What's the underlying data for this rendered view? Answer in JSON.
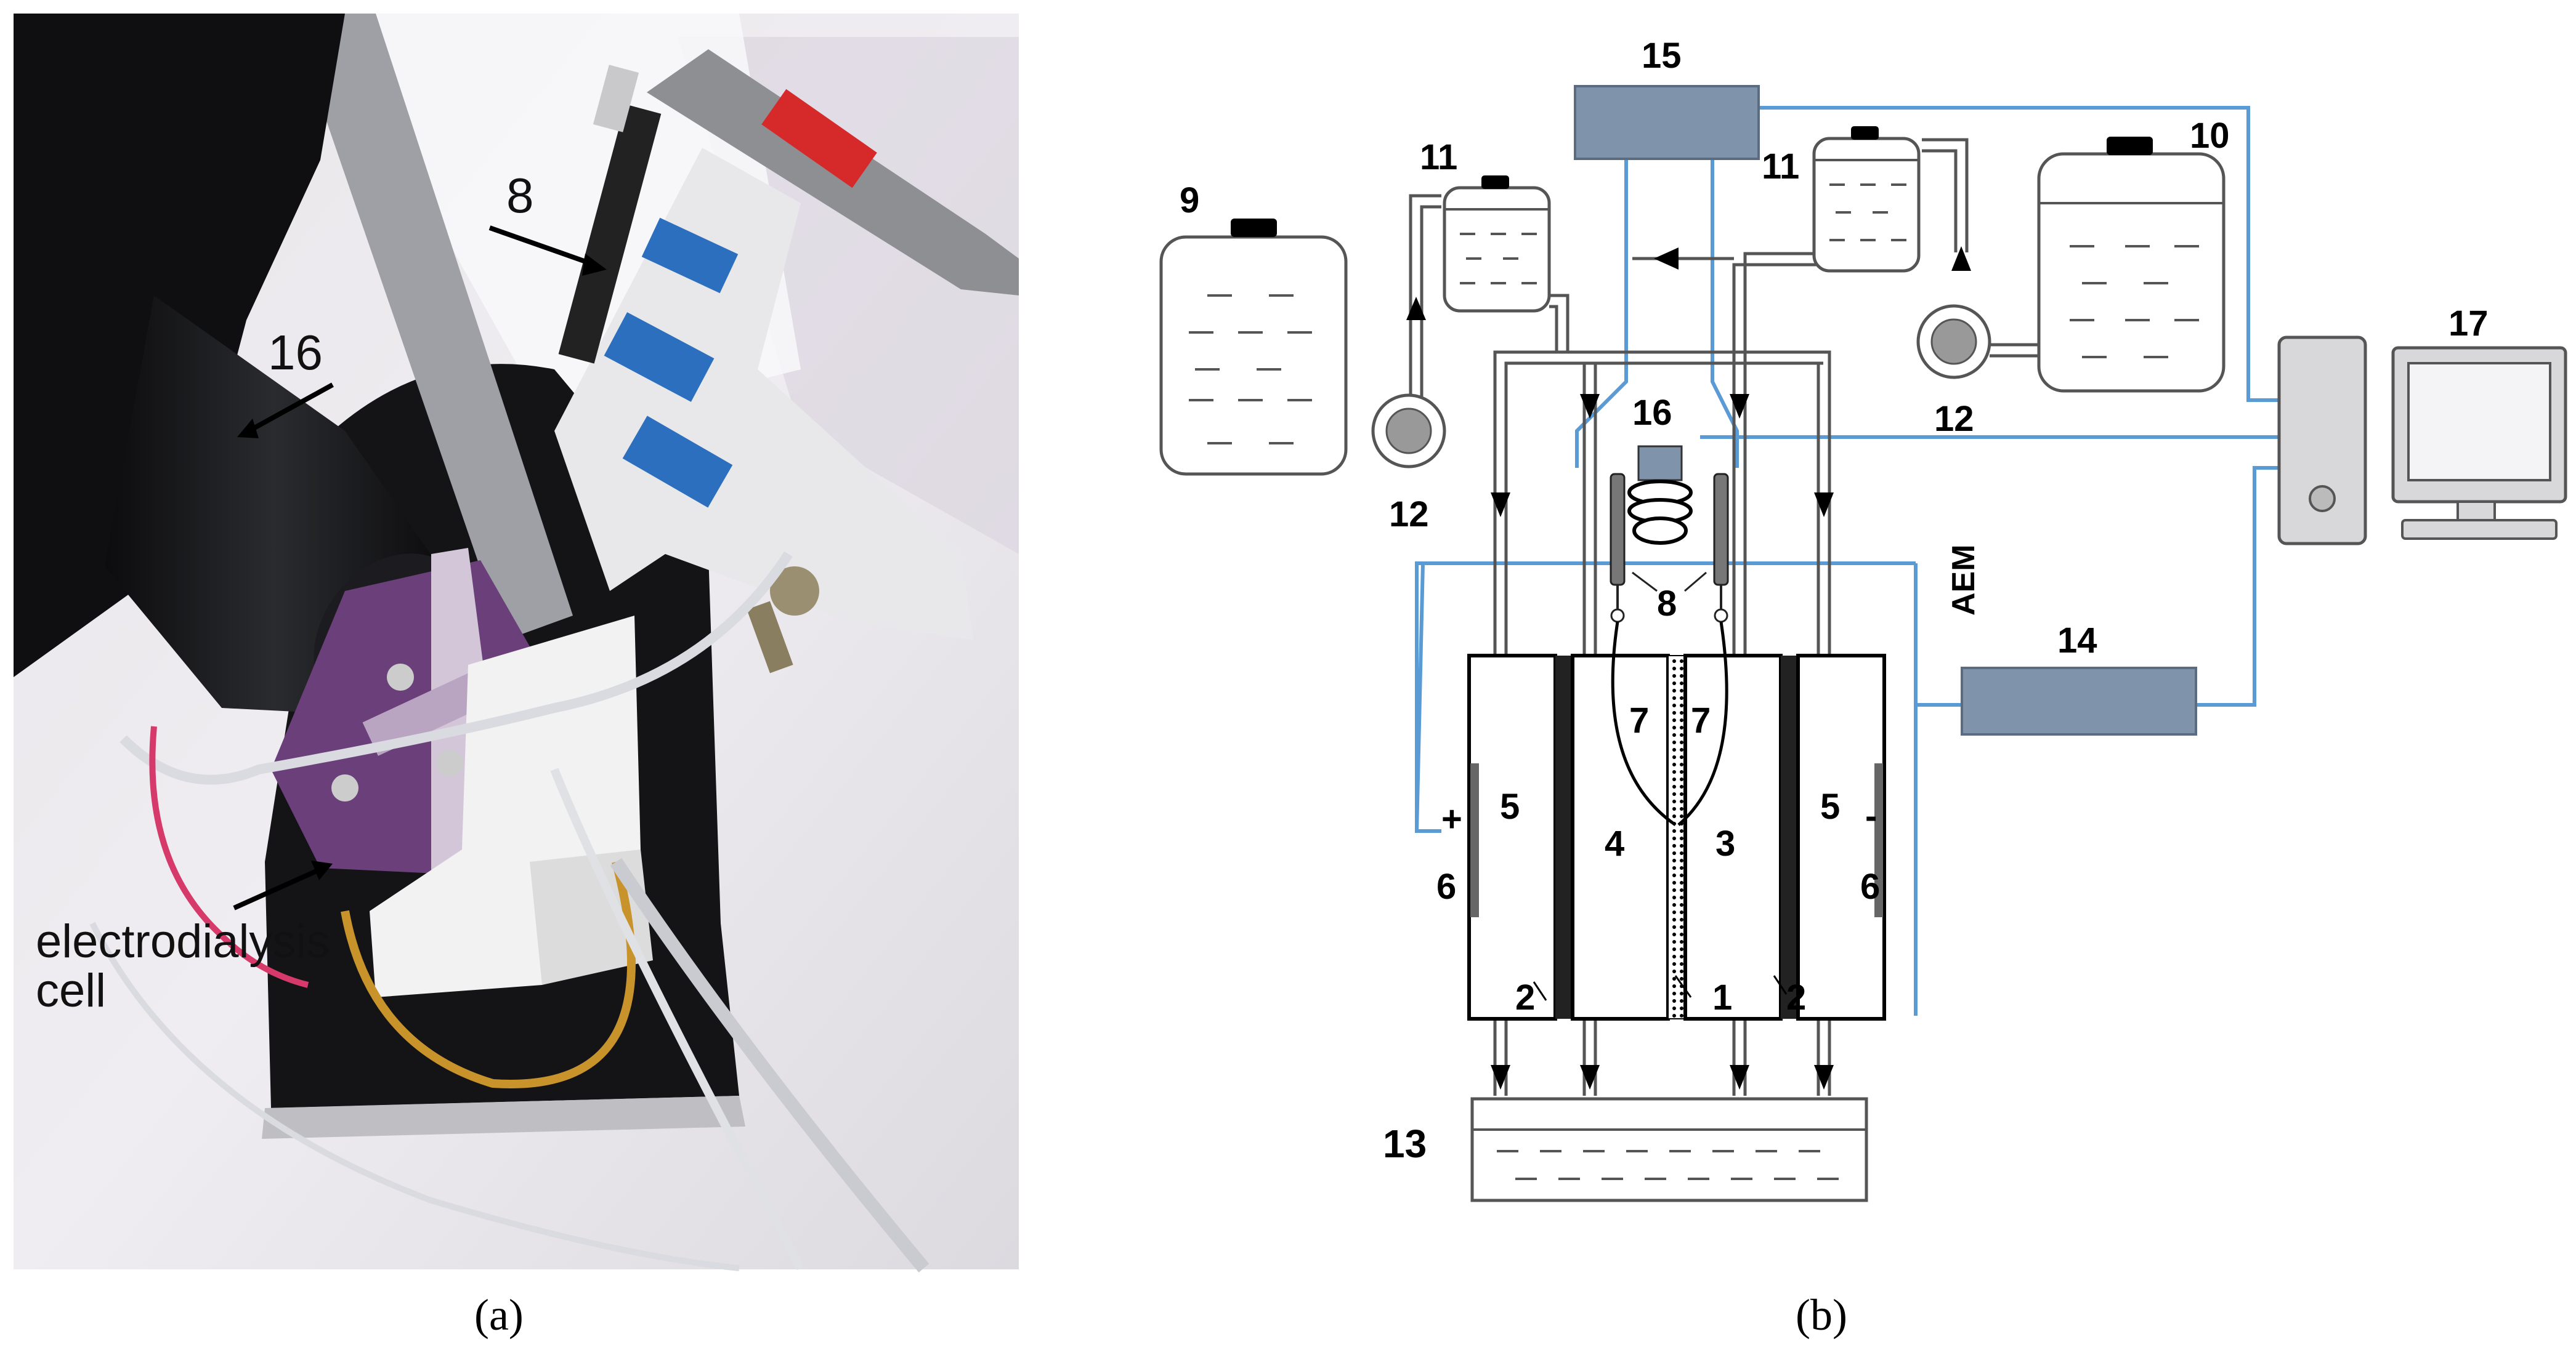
{
  "panel_a": {
    "label_16": "16",
    "label_8": "8",
    "cell_label_line1": "electrodialysis",
    "cell_label_line2": "cell",
    "caption": "(a)"
  },
  "panel_b": {
    "caption": "(b)",
    "membrane_label": "AEM",
    "plus_sign": "+",
    "minus_sign": "-",
    "n1": "1",
    "n2": "2",
    "n3": "3",
    "n4": "4",
    "n5": "5",
    "n6": "6",
    "n7": "7",
    "n8": "8",
    "n9": "9",
    "n10": "10",
    "n11": "11",
    "n12": "12",
    "n13": "13",
    "n14": "14",
    "n15": "15",
    "n16": "16",
    "n17": "17"
  },
  "colors": {
    "signal_wire": "#5b9bd5",
    "instrument_fill": "#7f93ab",
    "hose": "#555555",
    "membrane": "#222222"
  }
}
